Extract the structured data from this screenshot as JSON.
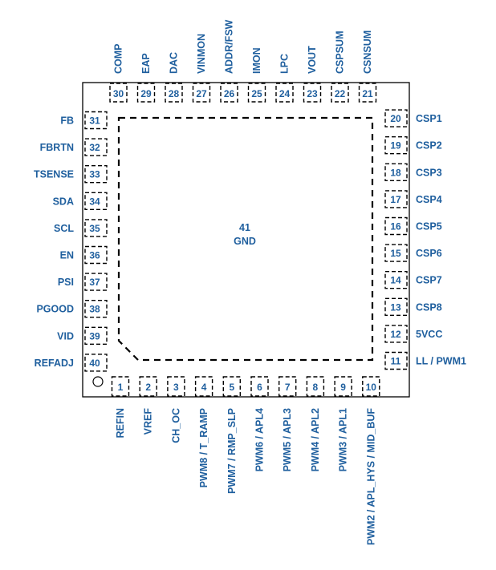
{
  "chip": {
    "center_pad": {
      "number": "41",
      "name": "GND"
    },
    "pins": {
      "bottom": [
        {
          "number": "1",
          "name": "REFIN"
        },
        {
          "number": "2",
          "name": "VREF"
        },
        {
          "number": "3",
          "name": "CH_OC"
        },
        {
          "number": "4",
          "name": "PWM8 / T_RAMP"
        },
        {
          "number": "5",
          "name": "PWM7 / RMP_SLP"
        },
        {
          "number": "6",
          "name": "PWM6 / APL4"
        },
        {
          "number": "7",
          "name": "PWM5 / APL3"
        },
        {
          "number": "8",
          "name": "PWM4 / APL2"
        },
        {
          "number": "9",
          "name": "PWM3 / APL1"
        },
        {
          "number": "10",
          "name": "PWM2 / APL_HYS / MID_BUF"
        }
      ],
      "right": [
        {
          "number": "11",
          "name": "LL / PWM1"
        },
        {
          "number": "12",
          "name": "5VCC"
        },
        {
          "number": "13",
          "name": "CSP8"
        },
        {
          "number": "14",
          "name": "CSP7"
        },
        {
          "number": "15",
          "name": "CSP6"
        },
        {
          "number": "16",
          "name": "CSP5"
        },
        {
          "number": "17",
          "name": "CSP4"
        },
        {
          "number": "18",
          "name": "CSP3"
        },
        {
          "number": "19",
          "name": "CSP2"
        },
        {
          "number": "20",
          "name": "CSP1"
        }
      ],
      "top": [
        {
          "number": "21",
          "name": "CSNSUM"
        },
        {
          "number": "22",
          "name": "CSPSUM"
        },
        {
          "number": "23",
          "name": "VOUT"
        },
        {
          "number": "24",
          "name": "LPC"
        },
        {
          "number": "25",
          "name": "IMON"
        },
        {
          "number": "26",
          "name": "ADDR/FSW"
        },
        {
          "number": "27",
          "name": "VINMON"
        },
        {
          "number": "28",
          "name": "DAC"
        },
        {
          "number": "29",
          "name": "EAP"
        },
        {
          "number": "30",
          "name": "COMP"
        }
      ],
      "left": [
        {
          "number": "31",
          "name": "FB"
        },
        {
          "number": "32",
          "name": "FBRTN"
        },
        {
          "number": "33",
          "name": "TSENSE"
        },
        {
          "number": "34",
          "name": "SDA"
        },
        {
          "number": "35",
          "name": "SCL"
        },
        {
          "number": "36",
          "name": "EN"
        },
        {
          "number": "37",
          "name": "PSI"
        },
        {
          "number": "38",
          "name": "PGOOD"
        },
        {
          "number": "39",
          "name": "VID"
        },
        {
          "number": "40",
          "name": "REFADJ"
        }
      ]
    }
  }
}
